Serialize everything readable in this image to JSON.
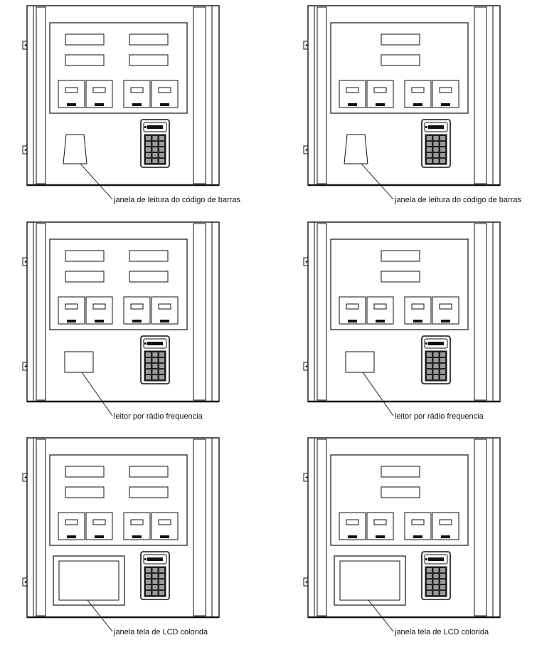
{
  "panels": [
    {
      "id": "tl",
      "variant": "dual",
      "reader": "barcode",
      "label": "janela de leitura do código de barras"
    },
    {
      "id": "tr",
      "variant": "single",
      "reader": "barcode",
      "label": "janela de leitura do código de barras"
    },
    {
      "id": "ml",
      "variant": "dual",
      "reader": "rf",
      "label": "leitor por rádio frequencia"
    },
    {
      "id": "mr",
      "variant": "single",
      "reader": "rf",
      "label": "leitor por rádio frequencia"
    },
    {
      "id": "bl",
      "variant": "dual",
      "reader": "lcd",
      "label": "janela tela de LCD colorida"
    },
    {
      "id": "br",
      "variant": "single",
      "reader": "lcd",
      "label": "janela tela de LCD colorida"
    }
  ],
  "colors": {
    "line": "#111111",
    "background": "#ffffff"
  }
}
